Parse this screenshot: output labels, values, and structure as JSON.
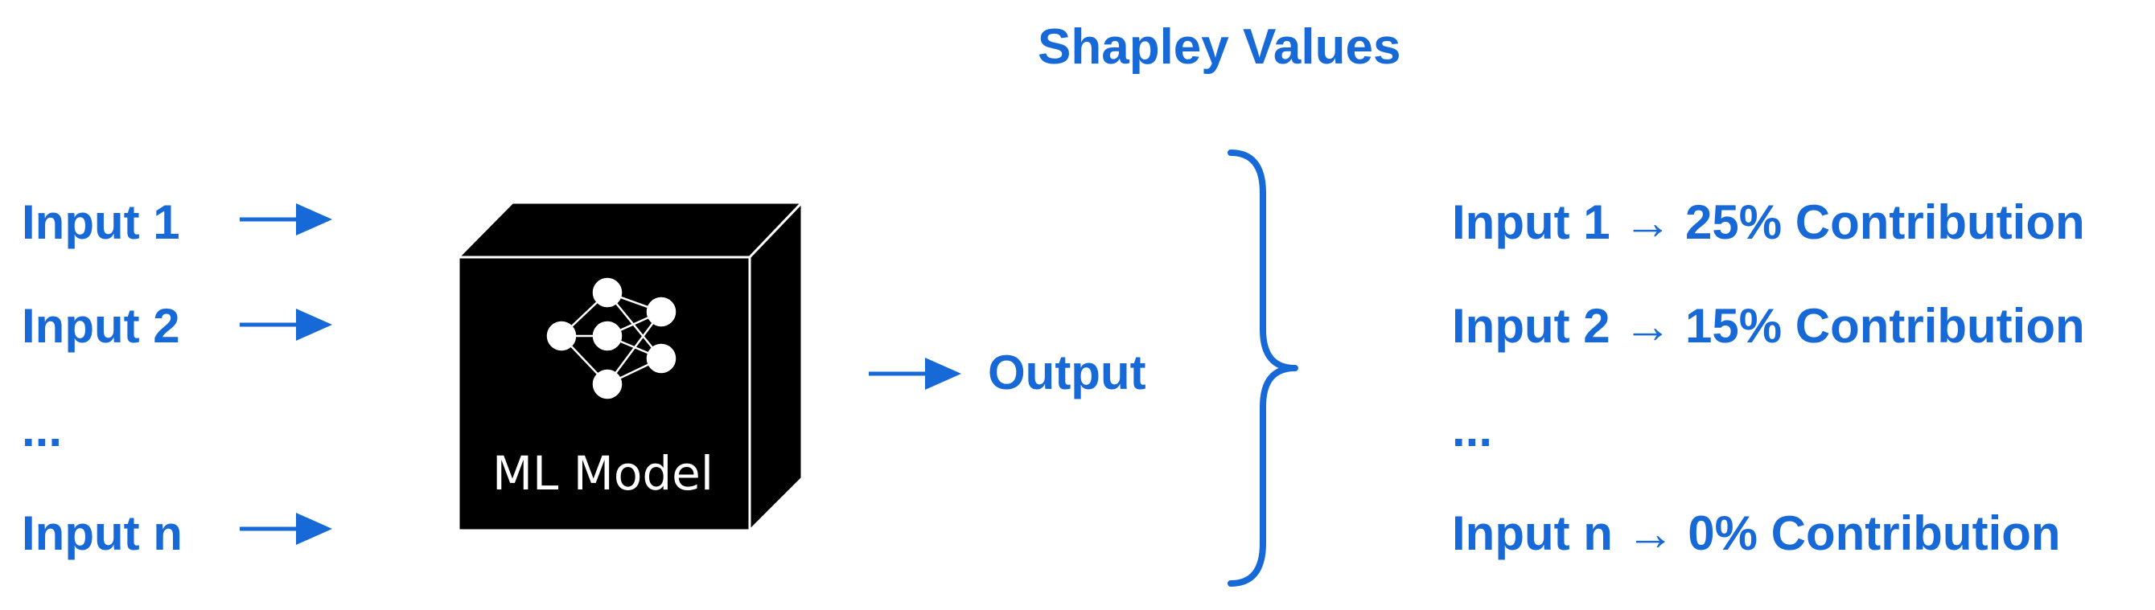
{
  "title": "Shapley Values",
  "inputs": [
    {
      "label": "Input 1"
    },
    {
      "label": "Input 2"
    },
    {
      "label": "..."
    },
    {
      "label": "Input n"
    }
  ],
  "model": {
    "label": "ML Model",
    "icon": "neural-network-icon"
  },
  "output": {
    "label": "Output"
  },
  "contributions": [
    {
      "label": "Input 1 → 25% Contribution"
    },
    {
      "label": "Input 2 → 15% Contribution"
    },
    {
      "label": "..."
    },
    {
      "label": "Input n → 0% Contribution"
    }
  ],
  "colors": {
    "accent": "#1769d8",
    "cube_front": "#000000",
    "cube_edge": "#ffffff",
    "icon": "#ffffff"
  }
}
